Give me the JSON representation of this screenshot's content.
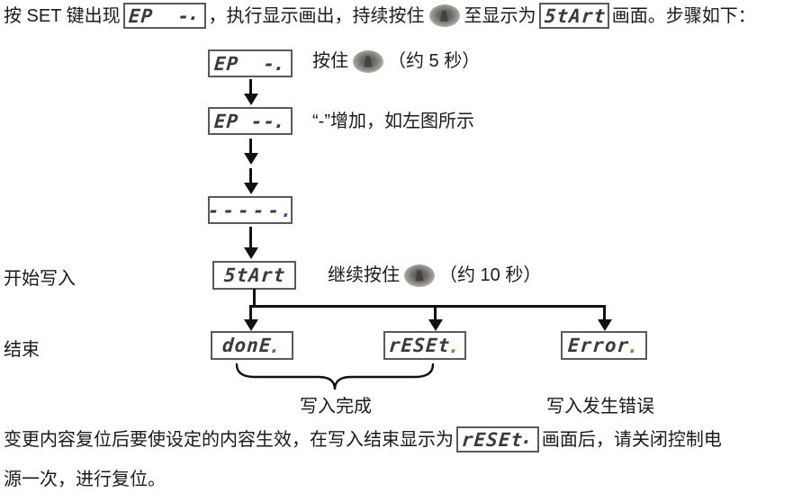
{
  "intro": {
    "t1": "按 SET 键出现",
    "t2": "，执行显示画出，持续按住",
    "t3": "至显示为",
    "t4": "画面。步骤如下："
  },
  "displays": {
    "intro_ep": {
      "text": "EP  -",
      "dot": "."
    },
    "intro_start": {
      "text": "5tArt",
      "dot": ""
    },
    "step1": {
      "text": "EP  -",
      "dot": "."
    },
    "step2": {
      "text": "EP --",
      "dot": "."
    },
    "step3": {
      "text": "-----",
      "dot": ".",
      "dot_color": "#3b4db0"
    },
    "step4": {
      "text": "5tArt",
      "dot": ""
    },
    "done": {
      "text": "donE",
      "dot": ".",
      "dot_color": "#3a6bd6"
    },
    "reset": {
      "text": "rESEt",
      "dot": ".",
      "dot_color": "#d2691e"
    },
    "error": {
      "text": "Error",
      "dot": ".",
      "dot_color": "#d2691e"
    },
    "footer_reset": {
      "text": "rESEt",
      "dot": "."
    }
  },
  "flow": {
    "note1_prefix": "按住",
    "note1_suffix": "（约 5 秒）",
    "note2": "“-”增加，如左图所示",
    "start_label": "开始写入",
    "note4_prefix": "继续按住",
    "note4_suffix": "（约 10 秒）",
    "end_label": "结束",
    "success_label": "写入完成",
    "error_label": "写入发生错误"
  },
  "footer": {
    "t1": "变更内容复位后要使设定的内容生效，在写入结束显示为",
    "t2": "画面后，请关闭控制电",
    "t3": "源一次，进行复位。"
  },
  "icons": {
    "press_button": "round-push-button-photo"
  },
  "colors": {
    "text": "#1a1a1a",
    "display_text": "#3a3a3a",
    "display_border": "#5a5a5a",
    "arrow": "#111111"
  }
}
